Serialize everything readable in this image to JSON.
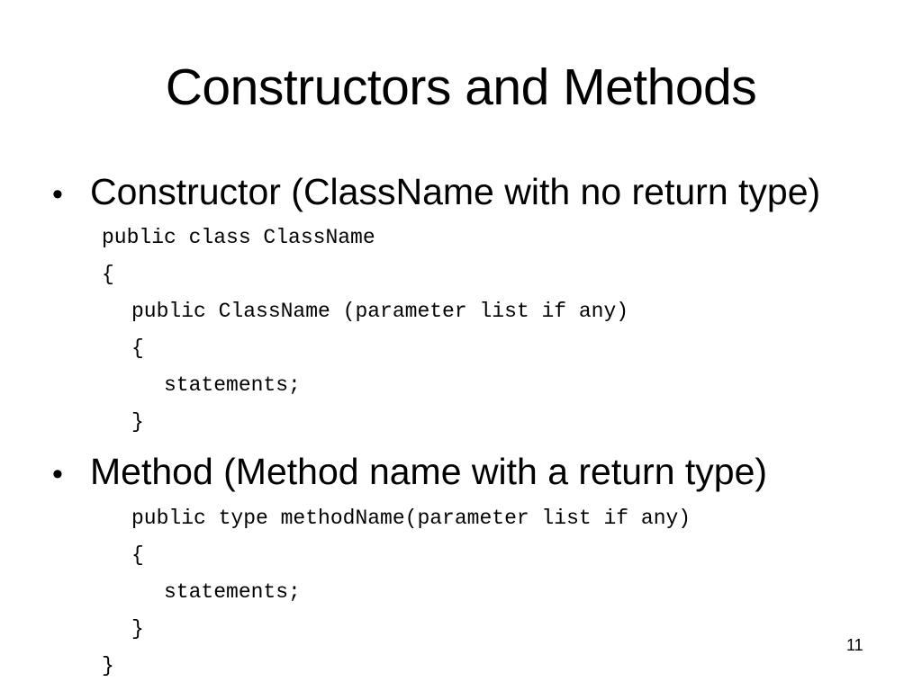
{
  "slide": {
    "title": "Constructors and Methods",
    "bullets": [
      {
        "marker": "•",
        "text": "Constructor (ClassName with no return type)"
      },
      {
        "marker": "•",
        "text": "Method (Method name with a return type)"
      }
    ],
    "constructor_code": [
      "public class ClassName",
      "{",
      "public ClassName (parameter list if any)",
      "{",
      "statements;",
      "}"
    ],
    "method_code": [
      "public type methodName(parameter list if any)",
      "{",
      "statements;",
      "}",
      "}"
    ],
    "page_number": "11"
  }
}
